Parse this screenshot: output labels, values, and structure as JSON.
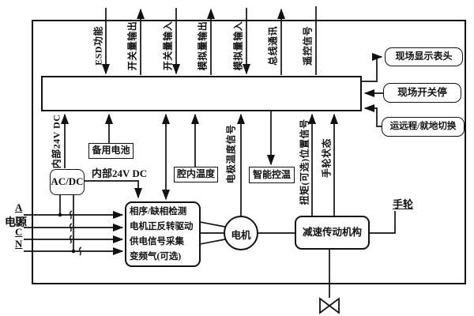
{
  "colors": {
    "line": "#111111",
    "background": "#ffffff",
    "text": "#111111"
  },
  "top_signals": [
    {
      "text": "ESD功能"
    },
    {
      "text": "开关量输出"
    },
    {
      "text": "开关量输入"
    },
    {
      "text": "模拟量输出"
    },
    {
      "text": "模拟量输入"
    },
    {
      "text": "总线通讯"
    },
    {
      "text": "遥控信号"
    }
  ],
  "right_panels": {
    "display_head": "现场显示表头",
    "local_switch": "现场开关停",
    "remote_local_switch": "运远程/就地切换"
  },
  "boxes": {
    "backup_battery": "备用电池",
    "cavity_temp": "腔内温度",
    "smart_temp_control": "智能控温",
    "acdc": "AC/DC",
    "power_board_lines": [
      "相序/缺相检测",
      "电机正反转驱动",
      "供电信号采集",
      "变频气(可选)"
    ],
    "motor": "电机",
    "gear_unit": "减速传动机构"
  },
  "mid_labels": {
    "internal_24v_vertical": "内部24V DC",
    "internal_24v": "内部24V DC",
    "electrode_temp_signal": "电极温度信号",
    "torque_position_signal": "扭矩(可选)位置信号",
    "handwheel_status": "手轮状态",
    "handwheel": "手轮"
  },
  "power": {
    "label": "电源",
    "phases": [
      "A",
      "B",
      "C",
      "N"
    ]
  }
}
